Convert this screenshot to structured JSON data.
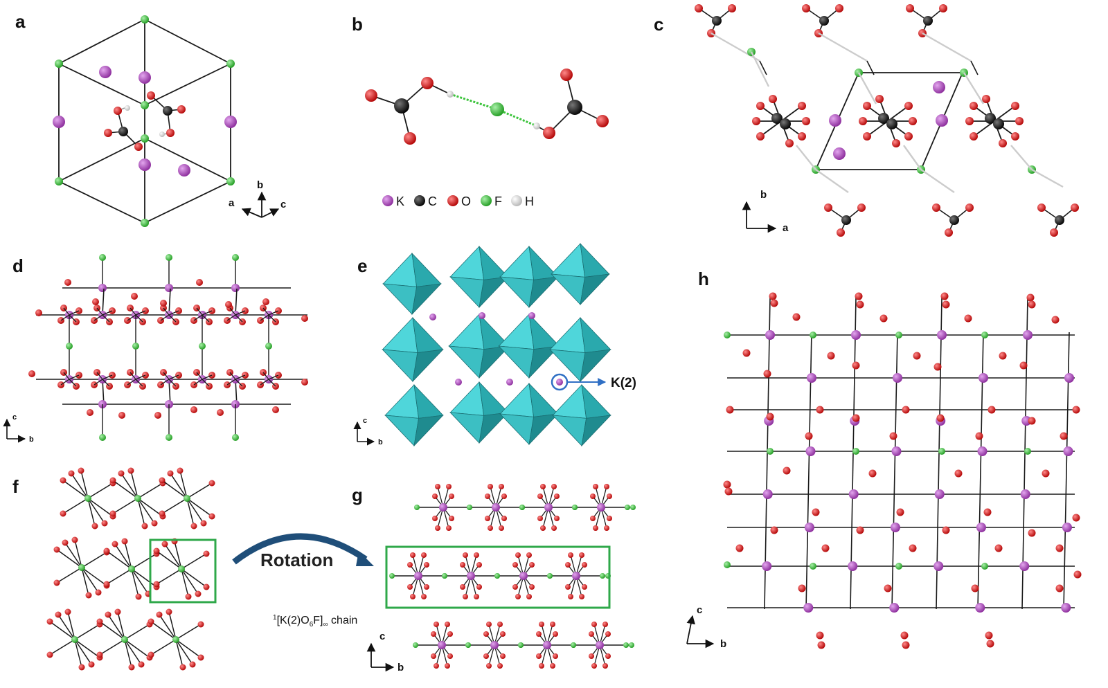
{
  "panels": {
    "a": {
      "label": "a",
      "axes": [
        "b",
        "a",
        "c"
      ]
    },
    "b": {
      "label": "b",
      "legend": [
        {
          "symbol": "K",
          "color": "#a845b8"
        },
        {
          "symbol": "C",
          "color": "#111111"
        },
        {
          "symbol": "O",
          "color": "#e01919"
        },
        {
          "symbol": "F",
          "color": "#3cc43c"
        },
        {
          "symbol": "H",
          "color": "#dddddd"
        }
      ]
    },
    "c": {
      "label": "c",
      "axes": [
        "b",
        "a"
      ]
    },
    "d": {
      "label": "d",
      "axes": [
        "c",
        "b"
      ]
    },
    "e": {
      "label": "e",
      "axes": [
        "c",
        "b"
      ],
      "callout": "K(2)"
    },
    "f": {
      "label": "f",
      "arrow_text": "Rotation"
    },
    "g": {
      "label": "g",
      "axes": [
        "c",
        "b"
      ],
      "chain_label_sup": "1",
      "chain_label": "[K(2)O",
      "chain_sub1": "6",
      "chain_mid": "F]",
      "chain_sub2": "∞",
      "chain_tail": " chain"
    },
    "h": {
      "label": "h",
      "axes": [
        "c",
        "b"
      ]
    }
  },
  "colors": {
    "K": "#a845b8",
    "C": "#111111",
    "O": "#e01919",
    "F": "#3cc43c",
    "H": "#dddddd",
    "poly": "#35c4c8",
    "box": "#2fa84a",
    "arrow": "#1f4e79",
    "callout": "#2f6fc4"
  }
}
